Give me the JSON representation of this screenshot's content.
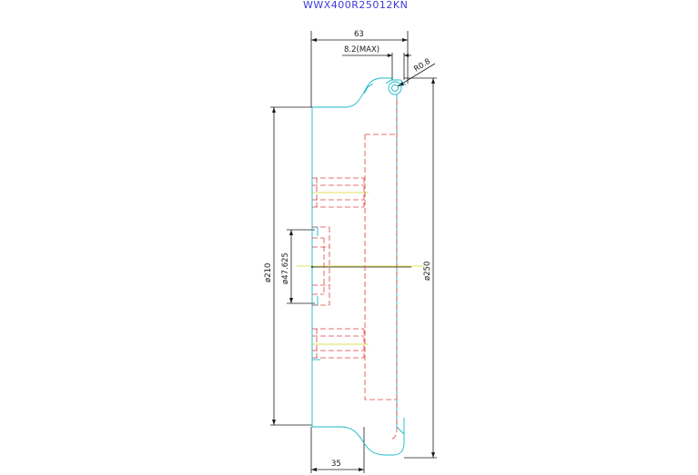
{
  "title": "WWX400R25012KN",
  "dimensions": {
    "overall_width": "63",
    "max_offset": "8.2(MAX)",
    "radius": "R0.8",
    "outer_dia": "ø250",
    "inner_dia": "ø210",
    "bore_dia": "ø47.625",
    "hub_width": "35"
  },
  "colors": {
    "title": "#3a3ad8",
    "profile": "#18b8c8",
    "hidden": "#e04040",
    "centerline": "#d8d820",
    "dimension": "#1a1a1a"
  }
}
